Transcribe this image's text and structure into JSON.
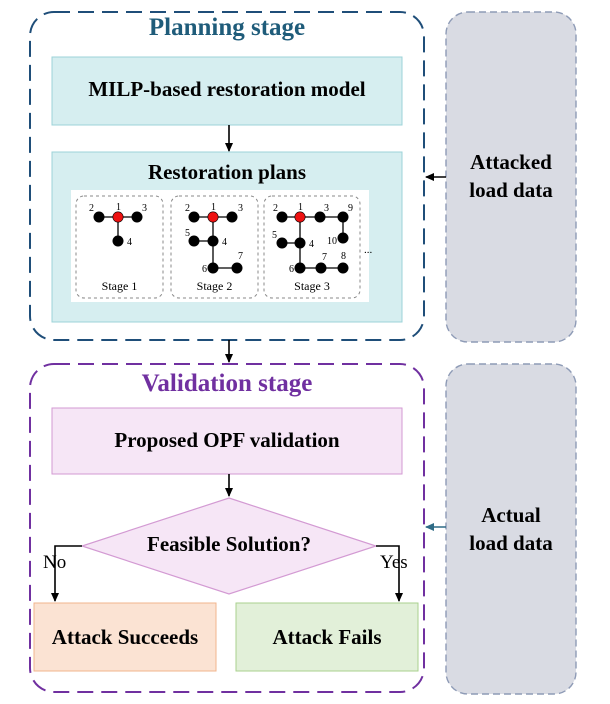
{
  "planning": {
    "title": "Planning stage",
    "milp_box": "MILP-based restoration model",
    "plans_title": "Restoration plans",
    "stages": [
      {
        "label": "Stage 1",
        "node_labels": [
          "2",
          "1",
          "3",
          "4"
        ]
      },
      {
        "label": "Stage 2",
        "node_labels": [
          "2",
          "1",
          "3",
          "5",
          "4",
          "6",
          "7"
        ]
      },
      {
        "label": "Stage 3",
        "node_labels": [
          "2",
          "1",
          "3",
          "9",
          "5",
          "4",
          "10",
          "6",
          "7",
          "8"
        ],
        "ellipsis": "..."
      }
    ]
  },
  "validation": {
    "title": "Validation stage",
    "opf_box": "Proposed OPF validation",
    "decision": "Feasible Solution?",
    "no_label": "No",
    "yes_label": "Yes",
    "left_outcome": "Attack Succeeds",
    "right_outcome": "Attack Fails"
  },
  "side": {
    "top_line1": "Attacked",
    "top_line2": "load data",
    "bottom_line1": "Actual",
    "bottom_line2": "load data"
  },
  "colors": {
    "planning_title": "#1f5c7a",
    "planning_border": "#1f4e79",
    "validation_title": "#7030a0",
    "validation_border": "#7030a0",
    "teal_fill": "#d6eef0",
    "teal_border": "#9cd3d8",
    "pink_fill": "#f6e6f6",
    "pink_border": "#d39ad3",
    "orange_fill": "#fbe3d3",
    "orange_border": "#f2b48c",
    "green_fill": "#e2f0d9",
    "green_border": "#a9d18e",
    "side_fill": "#d9dbe3",
    "side_border": "#8e9bb6",
    "node_red": "#ee1111",
    "node_black": "#000000"
  }
}
